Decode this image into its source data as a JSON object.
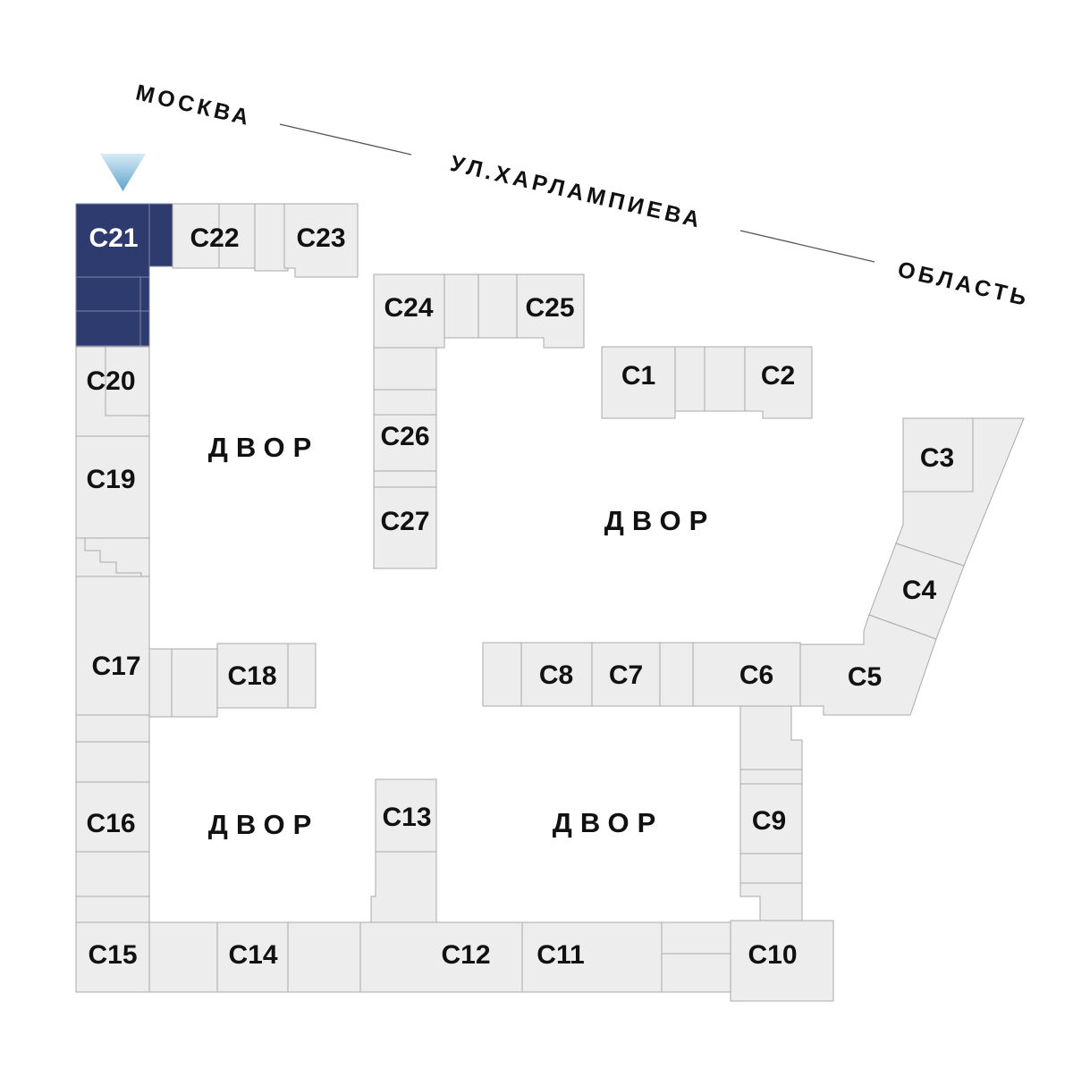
{
  "streets": {
    "moscow": "МОСКВА",
    "street_name": "УЛ.ХАРЛАМПИЕВА",
    "oblast": "ОБЛАСТЬ"
  },
  "courtyards": [
    {
      "label": "ДВОР"
    },
    {
      "label": "ДВОР"
    },
    {
      "label": "ДВОР"
    },
    {
      "label": "ДВОР"
    }
  ],
  "selected_building_label": "С21",
  "buildings": [
    {
      "label": "С1",
      "selected": false
    },
    {
      "label": "С2",
      "selected": false
    },
    {
      "label": "С3",
      "selected": false
    },
    {
      "label": "С4",
      "selected": false
    },
    {
      "label": "С5",
      "selected": false
    },
    {
      "label": "С6",
      "selected": false
    },
    {
      "label": "С7",
      "selected": false
    },
    {
      "label": "С8",
      "selected": false
    },
    {
      "label": "С9",
      "selected": false
    },
    {
      "label": "С10",
      "selected": false
    },
    {
      "label": "С11",
      "selected": false
    },
    {
      "label": "С12",
      "selected": false
    },
    {
      "label": "С13",
      "selected": false
    },
    {
      "label": "С14",
      "selected": false
    },
    {
      "label": "С15",
      "selected": false
    },
    {
      "label": "С16",
      "selected": false
    },
    {
      "label": "С17",
      "selected": false
    },
    {
      "label": "С18",
      "selected": false
    },
    {
      "label": "С19",
      "selected": false
    },
    {
      "label": "С20",
      "selected": false
    },
    {
      "label": "С21",
      "selected": true
    },
    {
      "label": "С22",
      "selected": false
    },
    {
      "label": "С23",
      "selected": false
    },
    {
      "label": "С24",
      "selected": false
    },
    {
      "label": "С25",
      "selected": false
    },
    {
      "label": "С26",
      "selected": false
    },
    {
      "label": "С27",
      "selected": false
    }
  ],
  "colors": {
    "background": "#ffffff",
    "building_fill": "#ededed",
    "building_stroke": "#a9a9a9",
    "selected_fill": "#2d3b6e",
    "selected_stroke": "#7d87a3",
    "selected_text": "#ffffff",
    "label_text": "#111111",
    "street_text": "#111111",
    "street_line": "#555555",
    "marker_gradient_top": "#d7ebf7",
    "marker_gradient_bottom": "#5ea3c9"
  }
}
